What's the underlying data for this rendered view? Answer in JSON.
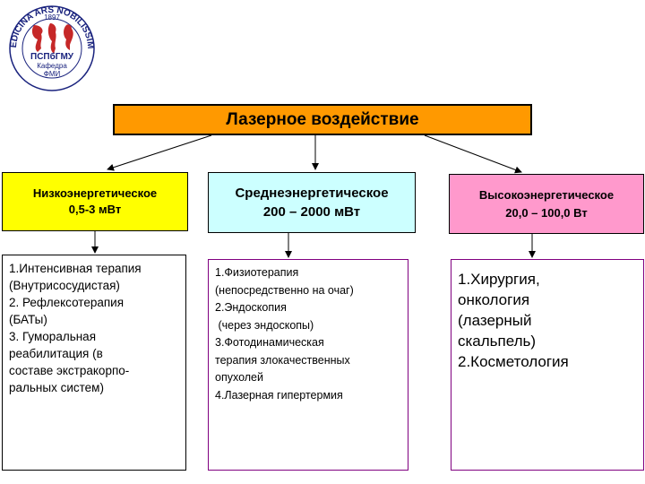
{
  "logo": {
    "ring_text": "MEDICINA ARS NOBILISSIMA",
    "year": "1897",
    "line1": "ПСПбГМУ",
    "line2": "Кафедра",
    "line3": "ФМИ",
    "colors": {
      "ring": "#1a237e",
      "figures": "#c62828"
    }
  },
  "top": {
    "label": "Лазерное воздействие",
    "color": "#ff9900"
  },
  "categories": [
    {
      "line1": "Низкоэнергетическое",
      "line2": "0,5-3 мВт",
      "color": "#ffff00"
    },
    {
      "line1": "Среднеэнергетическое",
      "line2": "200 – 2000 мВт",
      "color": "#ccffff"
    },
    {
      "line1": "Высокоэнергетическое",
      "line2": "20,0 – 100,0 Вт",
      "color": "#ff99cc"
    }
  ],
  "lists": [
    [
      "1.Интенсивная терапия",
      "(Внутрисосудистая)",
      "2. Рефлексотерапия",
      "(БАТы)",
      "3. Гуморальная",
      "реабилитация (в",
      "составе экстракорпо-",
      "ральных систем)"
    ],
    [
      "1.Физиотерапия",
      "(непосредственно на очаг)",
      "2.Эндоскопия",
      " (через эндоскопы)",
      "3.Фотодинамическая",
      "терапия злокачественных",
      "опухолей",
      "4.Лазерная гипертермия"
    ],
    [
      "1.Хирургия,",
      "онкология",
      "(лазерный",
      "скальпель)",
      "2.Косметология"
    ]
  ]
}
